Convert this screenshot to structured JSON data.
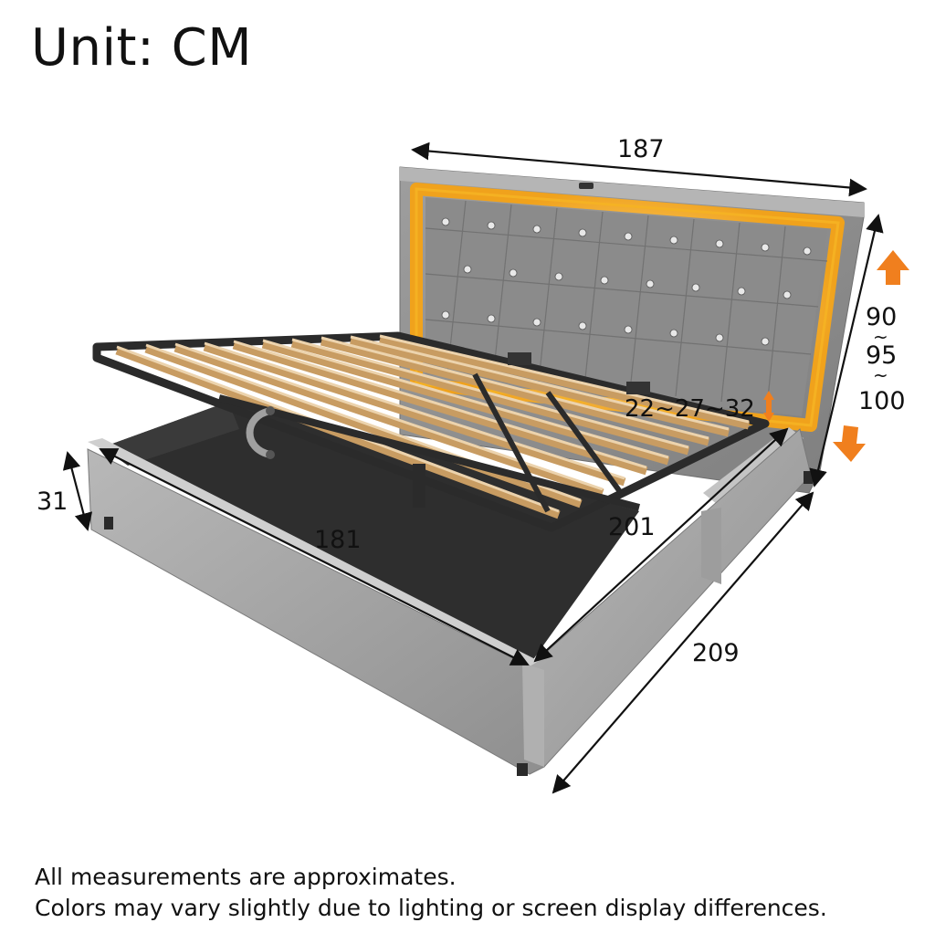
{
  "unit_title": "Unit: CM",
  "dimensions": {
    "headboard_width": "187",
    "headboard_height_a": "90",
    "headboard_height_sep1": "~",
    "headboard_height_b": "95",
    "headboard_height_sep2": "~",
    "headboard_height_c": "100",
    "slat_heights": "22~27~32",
    "frame_height": "31",
    "bed_width": "181",
    "slat_length": "201",
    "bed_length": "209"
  },
  "notes": {
    "line1": "All measurements are approximates.",
    "line2": "Colors may vary slightly due to lighting or screen display differences."
  },
  "colors": {
    "upholstery": "#a9a9a9",
    "led_glow": "#f5b324",
    "slat_wood": "#d9b88a",
    "metal_frame": "#2b2b2b",
    "arrow_orange": "#f07f1e"
  },
  "icons": [
    "headboard-led-strip",
    "tufted-button",
    "gas-lift-strut",
    "orange-arrow-up-icon",
    "orange-arrow-down-icon"
  ]
}
